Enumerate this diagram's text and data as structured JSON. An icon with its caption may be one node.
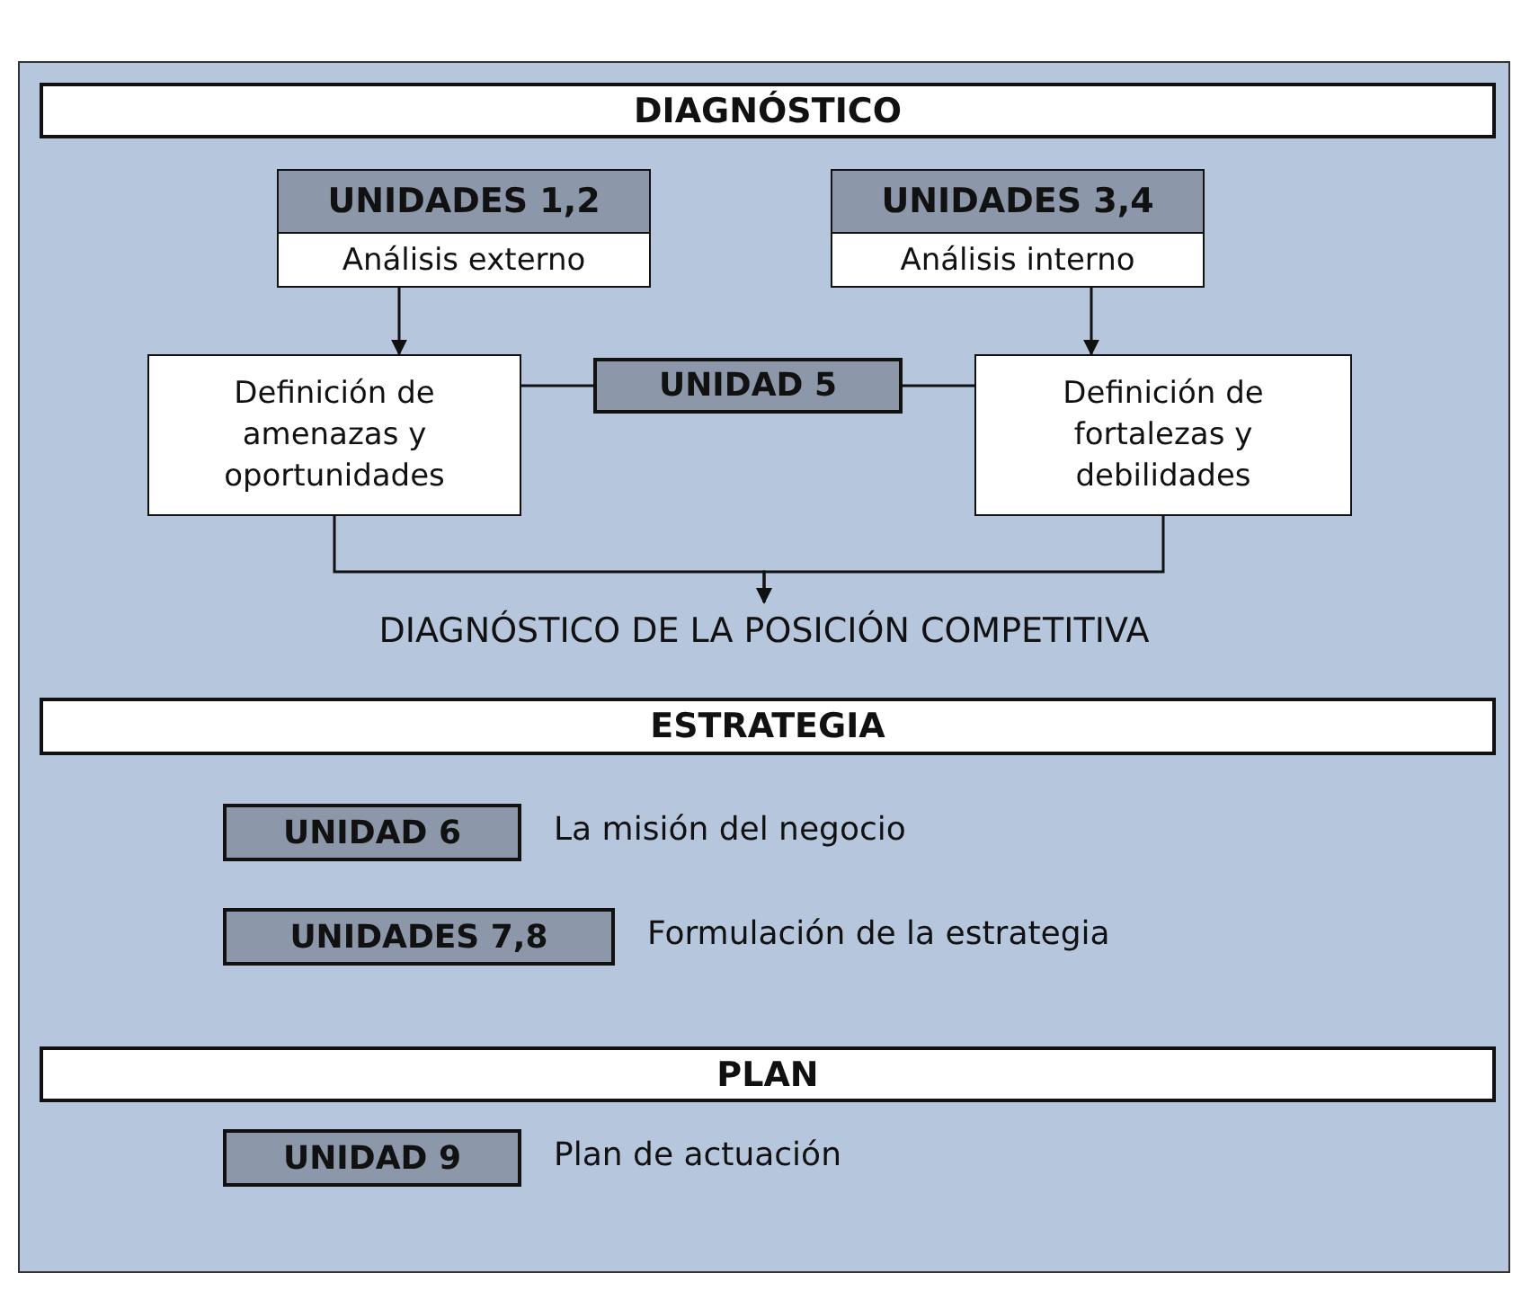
{
  "diagram": {
    "nodes": [
      {
        "text": [
          "DIAGNÓSTICO"
        ]
      },
      {
        "text": [
          "UNIDADES 1,2",
          "Análisis externo"
        ]
      },
      {
        "text": [
          "UNIDADES 3,4",
          "Análisis interno"
        ]
      },
      {
        "text": [
          "Definición de amenazas y oportunidades"
        ]
      },
      {
        "text": [
          "UNIDAD 5"
        ]
      },
      {
        "text": [
          "Definición de fortalezas y debilidades"
        ]
      },
      {
        "text": [
          "DIAGNÓSTICO DE LA POSICIÓN COMPETITIVA"
        ]
      },
      {
        "text": [
          "ESTRATEGIA"
        ]
      },
      {
        "text": [
          "UNIDAD 6"
        ],
        "beside": [
          "La misión del negocio"
        ]
      },
      {
        "text": [
          "UNIDADES 7,8"
        ],
        "beside": [
          "Formulación de la estrategia"
        ]
      },
      {
        "text": [
          "PLAN"
        ]
      },
      {
        "text": [
          "UNIDAD 9"
        ],
        "beside": [
          "Plan de actuación"
        ]
      }
    ],
    "edges": [
      {
        "from": 1,
        "to": 3,
        "arrow": "to"
      },
      {
        "from": 2,
        "to": 5,
        "arrow": "to"
      },
      {
        "from": 3,
        "to": 4,
        "arrow": "none"
      },
      {
        "from": 4,
        "to": 5,
        "arrow": "none"
      },
      {
        "from": 3,
        "to": 6,
        "arrow": "to"
      },
      {
        "from": 5,
        "to": 6,
        "arrow": "to"
      }
    ]
  }
}
